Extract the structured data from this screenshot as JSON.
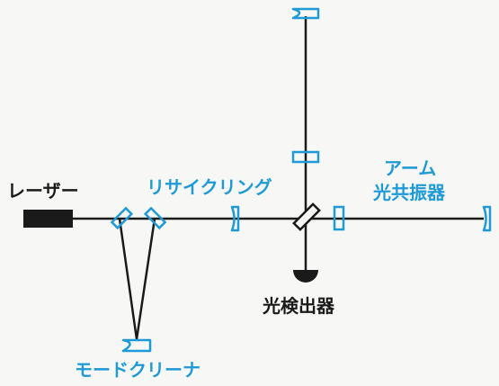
{
  "labels": {
    "laser": "レーザー",
    "recycling": "リサイクリング",
    "arm_line1": "アーム",
    "arm_line2": "光共振器",
    "photodetector": "光検出器",
    "mode_cleaner": "モードクリーナ"
  },
  "colors": {
    "optic": "#1e9ad6",
    "beam": "#1a1a1a",
    "background": "#f7f7f5"
  }
}
